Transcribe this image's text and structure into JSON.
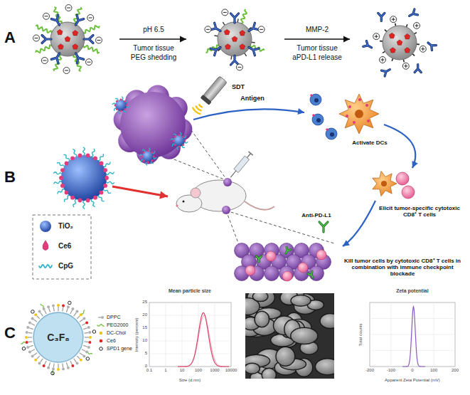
{
  "diagram": {
    "nodes": [
      {
        "text": [
          "C₃F₈"
        ]
      }
    ],
    "labels": [
      "A",
      "pH 6.5",
      "Tumor tissue",
      "PEG shedding",
      "MMP-2",
      "Tumor tissue",
      "aPD-L1 release",
      "B",
      "SDT",
      "Antigen",
      "Activate DCs",
      "Elicit tumor-specific cytotoxic CD8⁺ T cells",
      "Anti-PD-L1",
      "Kill tumor cells by cytotoxic CD8⁺ T cells in combination with immune checkpoint blockade",
      "C",
      "Mean particle size",
      "Intensity (percent)",
      "Size (d.nm)",
      "0",
      "5",
      "10",
      "15",
      "20",
      "25",
      "0.1",
      "1",
      "10",
      "100",
      "1000",
      "10000",
      "Zeta potential",
      "Total counts",
      "Apparent Zeta Potential (mV)",
      "-200",
      "-100",
      "0",
      "100",
      "200"
    ],
    "legend": [
      {
        "text": "TiO₂"
      },
      {
        "text": "Ce6"
      },
      {
        "text": "CpG"
      },
      {
        "text": "DPPC"
      },
      {
        "text": "PEG2000"
      },
      {
        "text": "DC-Chol"
      },
      {
        "text": "Ce6"
      },
      {
        "text": "SPD1 gene"
      }
    ]
  }
}
